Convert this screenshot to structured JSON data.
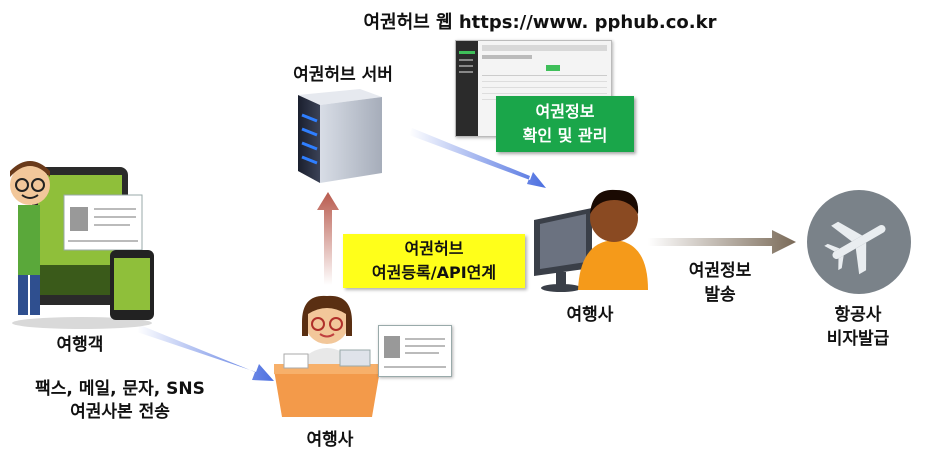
{
  "web": {
    "title": "여권허브 웹 https://www. pphub.co.kr"
  },
  "server": {
    "label": "여권허브 서버"
  },
  "passport_manage": {
    "line1": "여권정보",
    "line2": "확인 및 관리"
  },
  "hub_register": {
    "line1": "여권허브",
    "line2": "여권등록/API연계"
  },
  "traveler": {
    "label": "여행객",
    "send_line1": "팩스, 메일, 문자, SNS",
    "send_line2": "여권사본 전송"
  },
  "agency_bottom": {
    "label": "여행사"
  },
  "agency_right": {
    "label": "여행사"
  },
  "send_info": {
    "line1": "여권정보",
    "line2": "발송"
  },
  "airline": {
    "line1": "항공사",
    "line2": "비자발급"
  }
}
